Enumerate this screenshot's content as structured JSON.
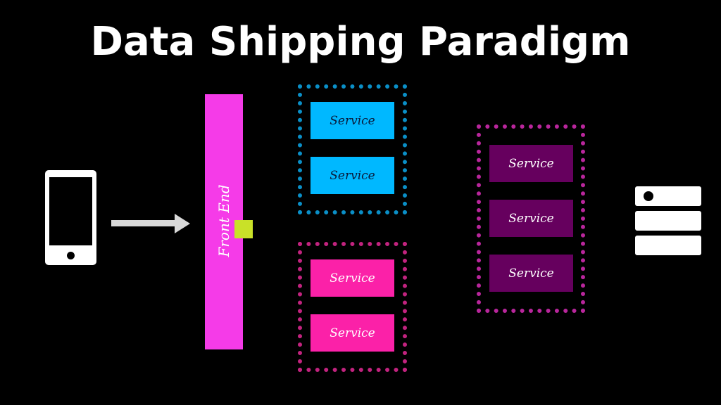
{
  "title": "Data Shipping Paradigm",
  "front_end": {
    "label": "Front End",
    "color": "#f53be8",
    "connector_color": "#c9e128"
  },
  "groups": {
    "blue": {
      "border_color": "#0a8fc7",
      "service_color": "#00b8ff",
      "services": [
        "Service",
        "Service"
      ]
    },
    "pink": {
      "border_color": "#c2237f",
      "service_color": "#fb21a8",
      "services": [
        "Service",
        "Service"
      ]
    },
    "purple": {
      "border_color": "#b9269c",
      "service_color": "#66005e",
      "services": [
        "Service",
        "Service",
        "Service"
      ]
    }
  },
  "icons": {
    "client": "smartphone-icon",
    "flow": "arrow-right-icon",
    "storage": "database-server-icon"
  }
}
